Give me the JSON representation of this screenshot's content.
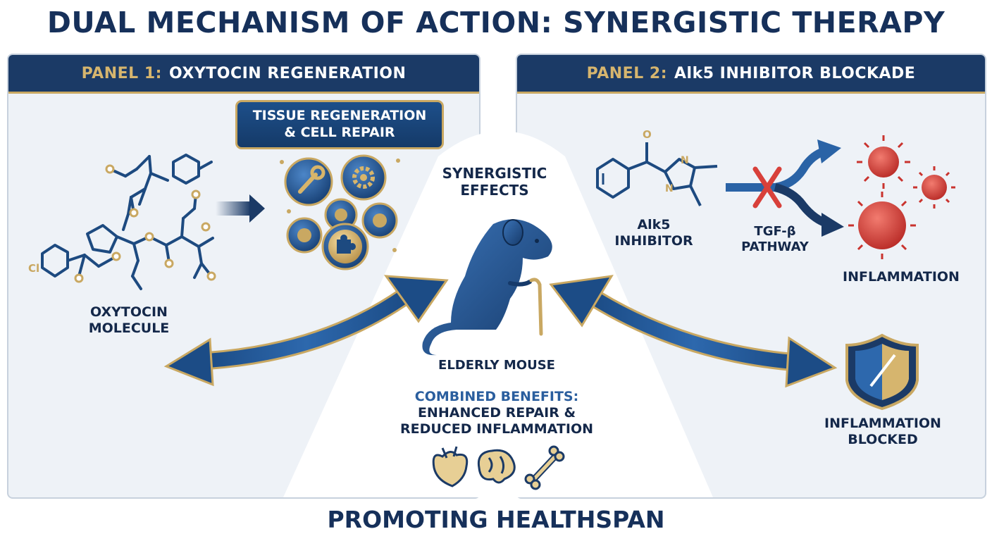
{
  "title": "DUAL MECHANISM OF ACTION: SYNERGISTIC THERAPY",
  "panel1": {
    "number": "PANEL 1:",
    "name": "OXYTOCIN REGENERATION",
    "molecule_label_line1": "OXYTOCIN",
    "molecule_label_line2": "MOLECULE",
    "chlorine_atom": "Cl",
    "tissue_line1": "TISSUE REGENERATION",
    "tissue_line2": "& CELL REPAIR",
    "cell_icons": [
      "wrench-icon",
      "gear-icon",
      "puzzle-icon"
    ]
  },
  "panel2": {
    "number": "PANEL 2:",
    "name": "Alk5 INHIBITOR BLOCKADE",
    "inhibitor_line1": "Alk5",
    "inhibitor_line2": "INHIBITOR",
    "oxygen_atom": "O",
    "nitrogen_atom": "N",
    "pathway_line1": "TGF-β",
    "pathway_line2": "PATHWAY",
    "inflammation_label": "INFLAMMATION",
    "blocked_line1": "INFLAMMATION",
    "blocked_line2": "BLOCKED"
  },
  "center": {
    "synergy_line1": "SYNERGISTIC",
    "synergy_line2": "EFFECTS",
    "mouse_label": "ELDERLY MOUSE",
    "benefits_heading": "COMBINED BENEFITS:",
    "benefits_line1": "ENHANCED REPAIR &",
    "benefits_line2": "REDUCED INFLAMMATION",
    "organ_icons": [
      "heart-icon",
      "brain-icon",
      "bone-icon"
    ]
  },
  "footer": "PROMOTING HEALTHSPAN",
  "colors": {
    "navy": "#1b3a66",
    "gold": "#c9a862",
    "blue": "#2a63a6",
    "red": "#d8403a"
  }
}
